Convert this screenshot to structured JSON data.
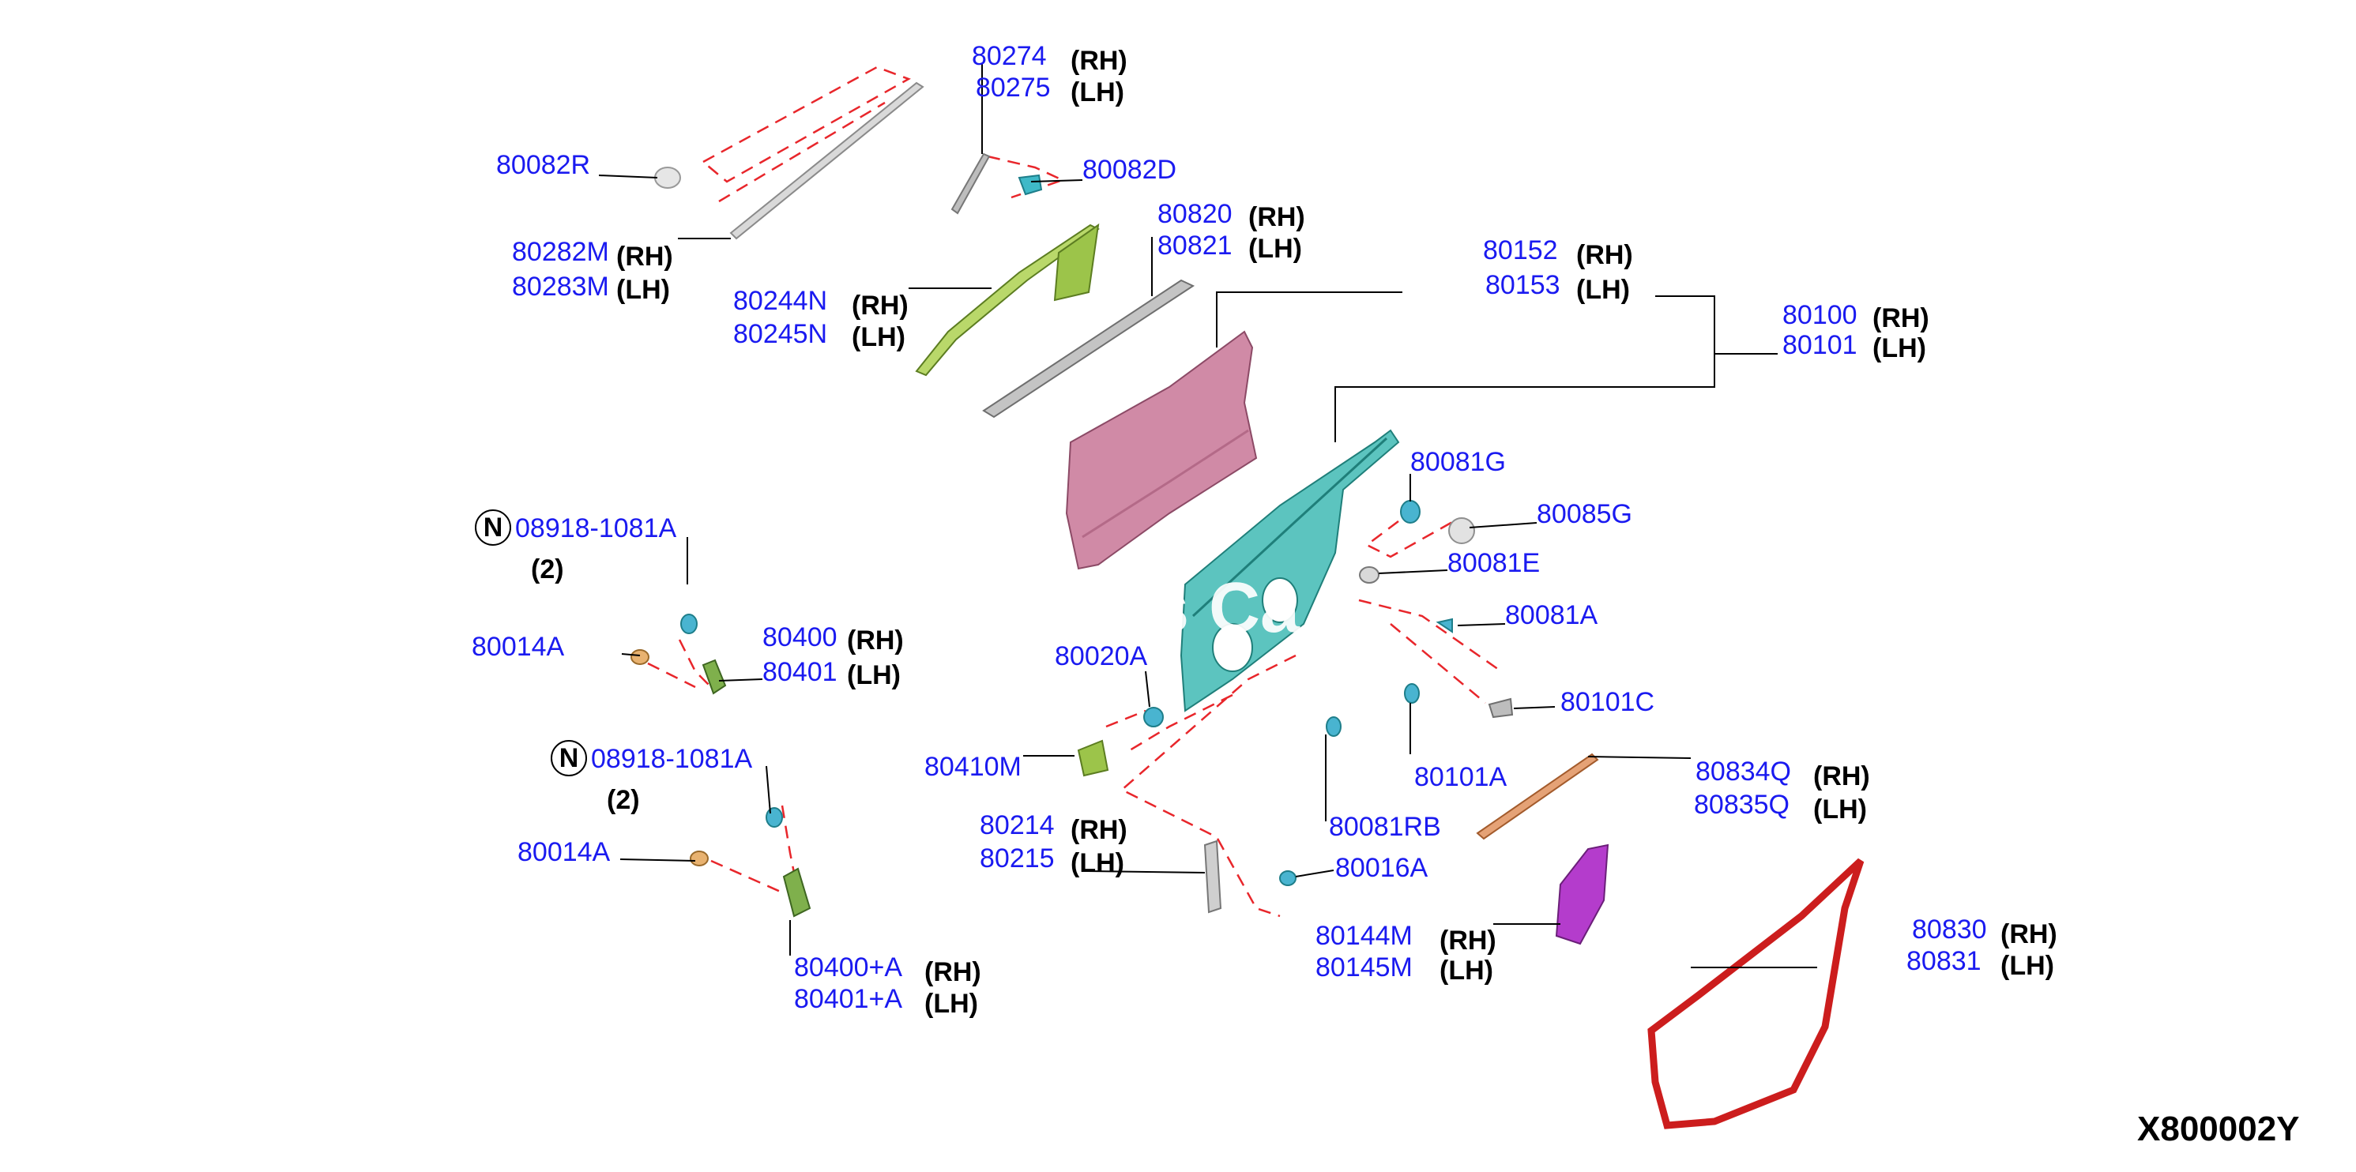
{
  "diagram_id": "X800002Y",
  "watermark": "s Ca",
  "colors": {
    "part_number": "#1a1af0",
    "side_label": "#000000",
    "guide_dash": "#e8262b",
    "door_skin": "#d08aa6",
    "inner_frame": "#5cc4bf",
    "weatherstrip": "#cc1d1d",
    "hinge": "#7fb04c",
    "check_link": "#b43ccc",
    "molding": "#9a9a9a",
    "sash_trim": "#9cc44a",
    "seal_strip": "#d98a5a"
  },
  "labels": [
    {
      "id": "p80274",
      "part": "80274",
      "side": "(RH)"
    },
    {
      "id": "p80275",
      "part": "80275",
      "side": "(LH)"
    },
    {
      "id": "p80082R",
      "part": "80082R",
      "side": ""
    },
    {
      "id": "p80082D",
      "part": "80082D",
      "side": ""
    },
    {
      "id": "p80282M",
      "part": "80282M",
      "side": "(RH)"
    },
    {
      "id": "p80283M",
      "part": "80283M",
      "side": "(LH)"
    },
    {
      "id": "p80820",
      "part": "80820",
      "side": "(RH)"
    },
    {
      "id": "p80821",
      "part": "80821",
      "side": "(LH)"
    },
    {
      "id": "p80244N",
      "part": "80244N",
      "side": "(RH)"
    },
    {
      "id": "p80245N",
      "part": "80245N",
      "side": "(LH)"
    },
    {
      "id": "p80152",
      "part": "80152",
      "side": "(RH)"
    },
    {
      "id": "p80153",
      "part": "80153",
      "side": "(LH)"
    },
    {
      "id": "p80100",
      "part": "80100",
      "side": "(RH)"
    },
    {
      "id": "p80101",
      "part": "80101",
      "side": "(LH)"
    },
    {
      "id": "p80081G",
      "part": "80081G",
      "side": ""
    },
    {
      "id": "p80085G",
      "part": "80085G",
      "side": ""
    },
    {
      "id": "p80081E",
      "part": "80081E",
      "side": ""
    },
    {
      "id": "p80081A",
      "part": "80081A",
      "side": ""
    },
    {
      "id": "p08918a",
      "part": "08918-1081A",
      "side": "",
      "qty": "(2)",
      "badge": "N"
    },
    {
      "id": "p80014Aa",
      "part": "80014A",
      "side": ""
    },
    {
      "id": "p80400",
      "part": "80400",
      "side": "(RH)"
    },
    {
      "id": "p80401",
      "part": "80401",
      "side": "(LH)"
    },
    {
      "id": "p80020A",
      "part": "80020A",
      "side": ""
    },
    {
      "id": "p80101C",
      "part": "80101C",
      "side": ""
    },
    {
      "id": "p80410M",
      "part": "80410M",
      "side": ""
    },
    {
      "id": "p80101A",
      "part": "80101A",
      "side": ""
    },
    {
      "id": "p80834Q",
      "part": "80834Q",
      "side": "(RH)"
    },
    {
      "id": "p80835Q",
      "part": "80835Q",
      "side": "(LH)"
    },
    {
      "id": "p08918b",
      "part": "08918-1081A",
      "side": "",
      "qty": "(2)",
      "badge": "N"
    },
    {
      "id": "p80081RB",
      "part": "80081RB",
      "side": ""
    },
    {
      "id": "p80214",
      "part": "80214",
      "side": "(RH)"
    },
    {
      "id": "p80215",
      "part": "80215",
      "side": "(LH)"
    },
    {
      "id": "p80014Ab",
      "part": "80014A",
      "side": ""
    },
    {
      "id": "p80016A",
      "part": "80016A",
      "side": ""
    },
    {
      "id": "p80144M",
      "part": "80144M",
      "side": "(RH)"
    },
    {
      "id": "p80145M",
      "part": "80145M",
      "side": "(LH)"
    },
    {
      "id": "p80830",
      "part": "80830",
      "side": "(RH)"
    },
    {
      "id": "p80831",
      "part": "80831",
      "side": "(LH)"
    },
    {
      "id": "p80400A",
      "part": "80400+A",
      "side": "(RH)"
    },
    {
      "id": "p80401A",
      "part": "80401+A",
      "side": "(LH)"
    }
  ]
}
